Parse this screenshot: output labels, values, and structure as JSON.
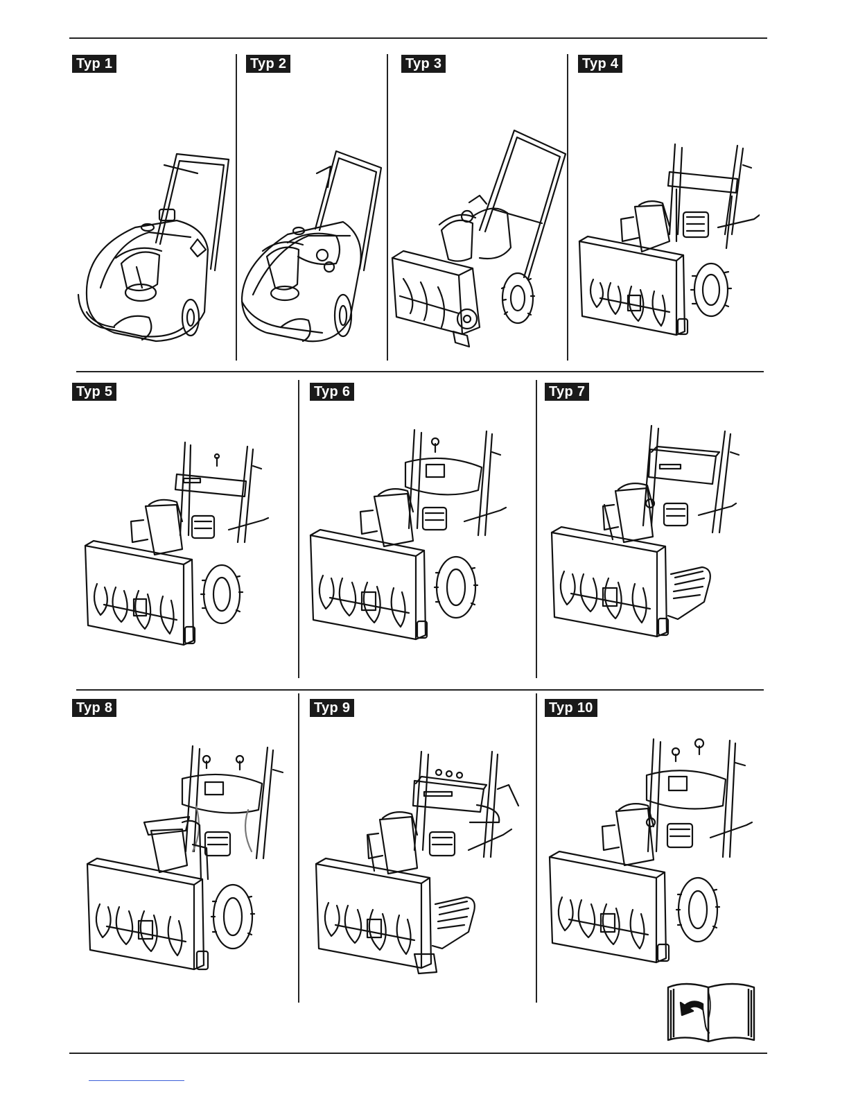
{
  "panels": [
    {
      "label": "Typ 1",
      "illustration": "single-stage-snow-thrower-illustration"
    },
    {
      "label": "Typ 2",
      "illustration": "single-stage-snow-thrower-illustration"
    },
    {
      "label": "Typ 3",
      "illustration": "two-stage-snow-thrower-illustration"
    },
    {
      "label": "Typ 4",
      "illustration": "two-stage-snow-thrower-illustration"
    },
    {
      "label": "Typ 5",
      "illustration": "two-stage-snow-thrower-illustration"
    },
    {
      "label": "Typ 6",
      "illustration": "two-stage-snow-thrower-illustration"
    },
    {
      "label": "Typ 7",
      "illustration": "tracked-snow-thrower-illustration"
    },
    {
      "label": "Typ 8",
      "illustration": "two-stage-snow-thrower-illustration"
    },
    {
      "label": "Typ 9",
      "illustration": "tracked-snow-thrower-illustration"
    },
    {
      "label": "Typ 10",
      "illustration": "two-stage-snow-thrower-illustration"
    }
  ],
  "page_icon": "open-book-turn-page-icon"
}
